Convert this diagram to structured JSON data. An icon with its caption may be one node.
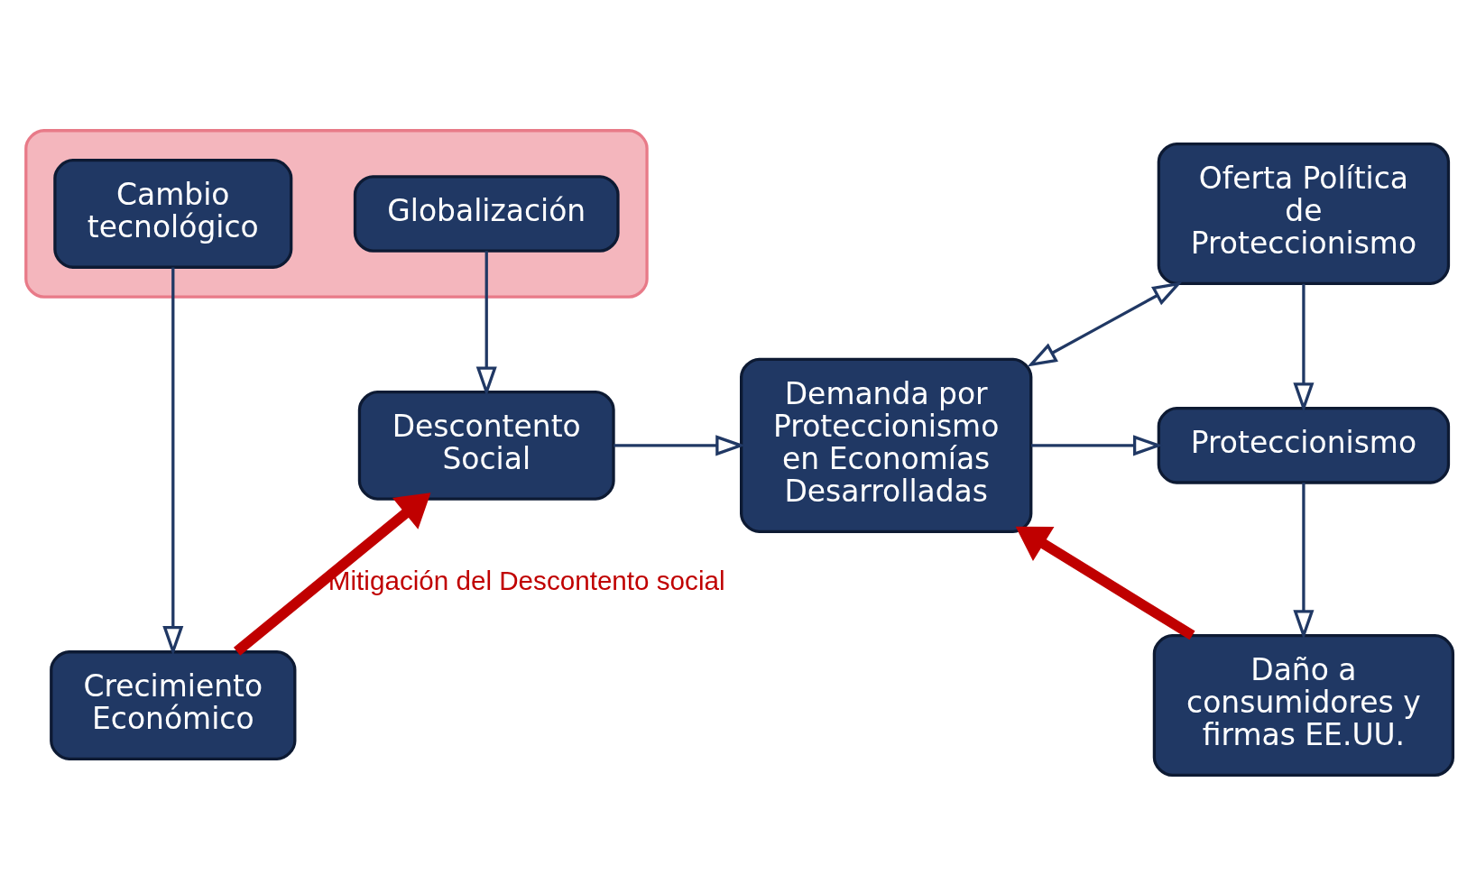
{
  "diagram": {
    "nodes": [
      {
        "text": [],
        "shape": "box"
      },
      {
        "text": [
          "Cambio tecnológico"
        ],
        "in": 0
      },
      {
        "text": [
          "Globalización"
        ],
        "in": 0
      },
      {
        "text": [
          "Oferta Política de Proteccionismo"
        ]
      },
      {
        "text": [
          "Descontento Social"
        ]
      },
      {
        "text": [
          "Demanda por Proteccionismo en Economías Desarrolladas"
        ]
      },
      {
        "text": [
          "Proteccionismo"
        ]
      },
      {
        "text": [
          "Crecimiento Económico"
        ]
      },
      {
        "text": [
          "Daño a consumidores y firmas EE.UU."
        ]
      }
    ],
    "edges": [
      {
        "from": 1,
        "to": 7,
        "arrow": "to"
      },
      {
        "from": 2,
        "to": 4,
        "arrow": "to"
      },
      {
        "from": 4,
        "to": 5,
        "arrow": "to"
      },
      {
        "from": 5,
        "to": 3,
        "arrow": "both"
      },
      {
        "from": 3,
        "to": 6,
        "arrow": "to"
      },
      {
        "from": 5,
        "to": 6,
        "arrow": "to"
      },
      {
        "from": 6,
        "to": 8,
        "arrow": "to"
      },
      {
        "from": 7,
        "to": 4,
        "arrow": "to",
        "label": "Mitigación del Descontento social",
        "style": "thick",
        "color": "#c00000"
      },
      {
        "from": 8,
        "to": 5,
        "arrow": "to",
        "style": "thick",
        "color": "#c00000"
      }
    ]
  }
}
